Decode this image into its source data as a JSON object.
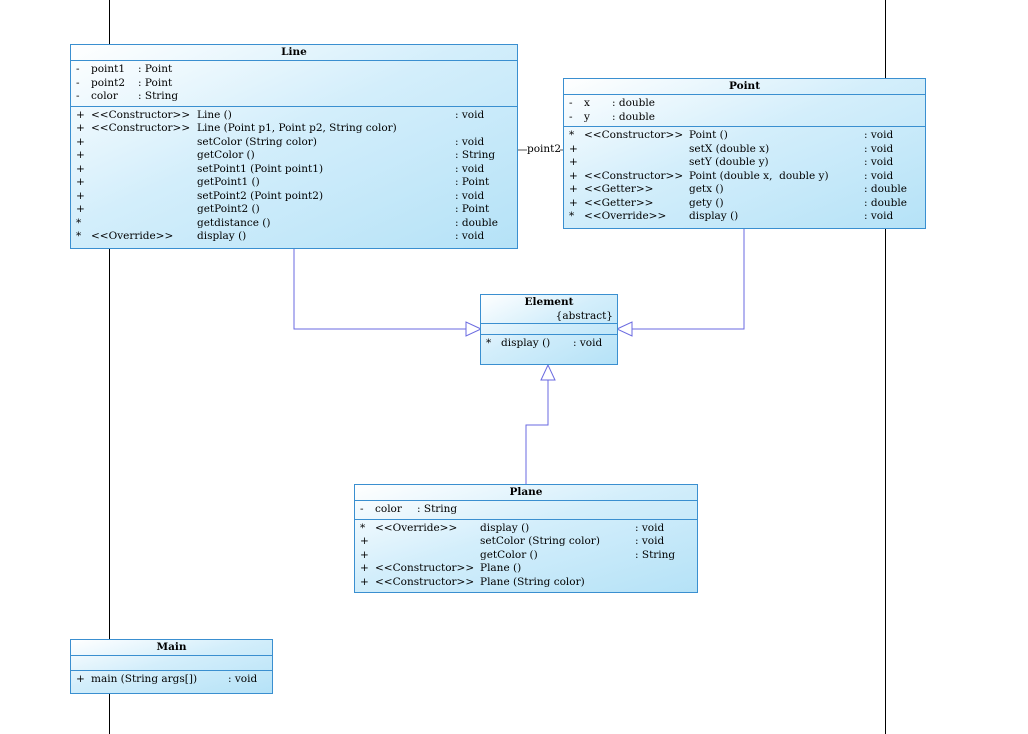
{
  "classes": {
    "line": {
      "name": "Line",
      "attributes": [
        {
          "vis": "-",
          "name": "point1",
          "type": ": Point"
        },
        {
          "vis": "-",
          "name": "point2",
          "type": ": Point"
        },
        {
          "vis": "-",
          "name": "color",
          "type": ": String"
        }
      ],
      "methods": [
        {
          "vis": "+",
          "stereo": "<<Constructor>>",
          "sig": "Line ()",
          "ret": ": void"
        },
        {
          "vis": "+",
          "stereo": "<<Constructor>>",
          "sig": "Line (Point p1, Point p2, String color)",
          "ret": ""
        },
        {
          "vis": "+",
          "stereo": "",
          "sig": "setColor (String color)",
          "ret": ": void"
        },
        {
          "vis": "+",
          "stereo": "",
          "sig": "getColor ()",
          "ret": ": String"
        },
        {
          "vis": "+",
          "stereo": "",
          "sig": "setPoint1 (Point point1)",
          "ret": ": void"
        },
        {
          "vis": "+",
          "stereo": "",
          "sig": "getPoint1 ()",
          "ret": ": Point"
        },
        {
          "vis": "+",
          "stereo": "",
          "sig": "setPoint2 (Point point2)",
          "ret": ": void"
        },
        {
          "vis": "+",
          "stereo": "",
          "sig": "getPoint2 ()",
          "ret": ": Point"
        },
        {
          "vis": "*",
          "stereo": "",
          "sig": "getdistance ()",
          "ret": ": double"
        },
        {
          "vis": "*",
          "stereo": "<<Override>>",
          "sig": "display ()",
          "ret": ": void"
        }
      ]
    },
    "point": {
      "name": "Point",
      "attributes": [
        {
          "vis": "-",
          "name": "x",
          "type": ": double"
        },
        {
          "vis": "-",
          "name": "y",
          "type": ": double"
        }
      ],
      "methods": [
        {
          "vis": "*",
          "stereo": "<<Constructor>>",
          "sig": "Point ()",
          "ret": ": void"
        },
        {
          "vis": "+",
          "stereo": "",
          "sig": "setX (double x)",
          "ret": ": void"
        },
        {
          "vis": "+",
          "stereo": "",
          "sig": "setY (double y)",
          "ret": ": void"
        },
        {
          "vis": "+",
          "stereo": "<<Constructor>>",
          "sig": "Point (double x,  double y)",
          "ret": ": void"
        },
        {
          "vis": "+",
          "stereo": "<<Getter>>",
          "sig": "getx ()",
          "ret": ": double"
        },
        {
          "vis": "+",
          "stereo": "<<Getter>>",
          "sig": "gety ()",
          "ret": ": double"
        },
        {
          "vis": "*",
          "stereo": "<<Override>>",
          "sig": "display ()",
          "ret": ": void"
        }
      ]
    },
    "element": {
      "name": "Element",
      "stereotype": "{abstract}",
      "methods": [
        {
          "vis": "*",
          "sig": "display ()",
          "ret": ": void"
        }
      ]
    },
    "plane": {
      "name": "Plane",
      "attributes": [
        {
          "vis": "-",
          "name": "color",
          "type": ": String"
        }
      ],
      "methods": [
        {
          "vis": "*",
          "stereo": "<<Override>>",
          "sig": "display ()",
          "ret": ": void"
        },
        {
          "vis": "+",
          "stereo": "",
          "sig": "setColor (String color)",
          "ret": ": void"
        },
        {
          "vis": "+",
          "stereo": "",
          "sig": "getColor ()",
          "ret": ": String"
        },
        {
          "vis": "+",
          "stereo": "<<Constructor>>",
          "sig": "Plane ()",
          "ret": ""
        },
        {
          "vis": "+",
          "stereo": "<<Constructor>>",
          "sig": "Plane (String color)",
          "ret": ""
        }
      ]
    },
    "main": {
      "name": "Main",
      "methods": [
        {
          "vis": "+",
          "sig": "main (String args[])",
          "ret": ": void"
        }
      ]
    }
  },
  "association_label": "point2",
  "colors": {
    "border": "#3a8fd0",
    "connector": "#6a6ae0",
    "fill_light": "#ffffff",
    "fill_dark": "#b5e2f7"
  }
}
